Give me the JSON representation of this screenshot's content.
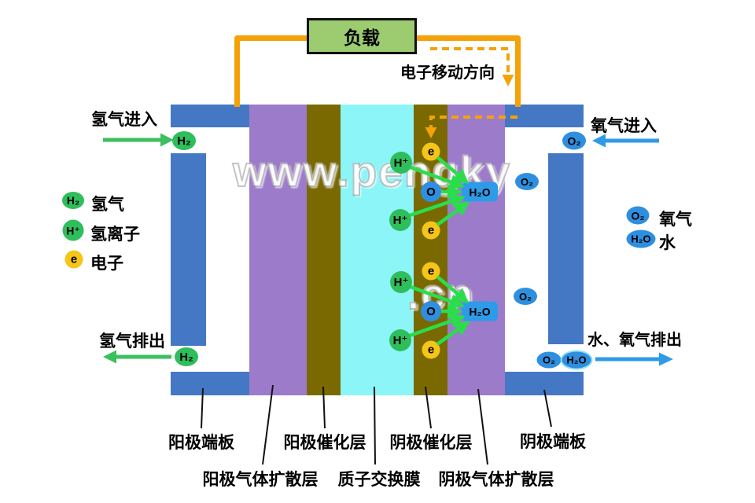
{
  "watermark": {
    "part1": "www.pengky",
    "part2": ".cn"
  },
  "load_label": "负载",
  "electron_direction_label": "电子移动方向",
  "streams": {
    "h2_in": "氢气进入",
    "h2_out": "氢气排出",
    "o2_in": "氧气进入",
    "h2o_o2_out": "水、氧气排出"
  },
  "molecules": {
    "h2": "H₂",
    "h_ion": "H⁺",
    "electron": "e",
    "o_atom": "O",
    "h2o": "H₂O",
    "o2": "O₂"
  },
  "legend_left": [
    {
      "label": "氢气"
    },
    {
      "label": "氢离子"
    },
    {
      "label": "电子"
    }
  ],
  "legend_right": [
    {
      "label": "氧气"
    },
    {
      "label": "水"
    }
  ],
  "layer_labels": {
    "anode_plate": "阳极端板",
    "anode_catalyst_layer": "阳极催化层",
    "cathode_catalyst_layer": "阴极催化层",
    "cathode_plate": "阴极端板",
    "anode_gas_diffusion_layer": "阳极气体扩散层",
    "proton_exchange_membrane": "质子交换膜",
    "cathode_gas_diffusion_layer": "阴极气体扩散层"
  },
  "colors": {
    "end_plate": "#4478C4",
    "gas_diffusion_layer": "#9C7BCB",
    "catalyst_layer": "#7A6900",
    "membrane": "#8CF5F8",
    "wire": "#F4A207",
    "load_box": "#9CCB70",
    "hydrogen_green": "#2FBE5C",
    "electron_yellow": "#F5C518",
    "oxygen_blue": "#2E8FE0",
    "reaction_arrow_green": "#2BDD4B",
    "flow_arrow_blue": "#2E9BE8"
  }
}
